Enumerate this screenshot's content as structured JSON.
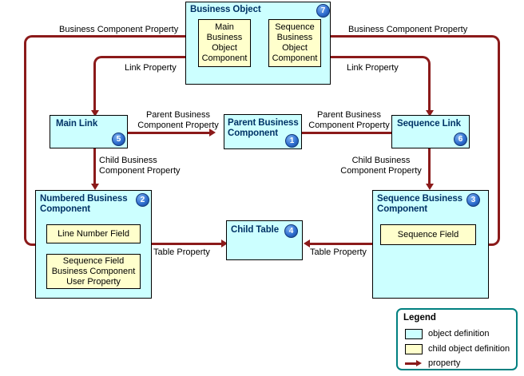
{
  "diagram": {
    "title": "Siebel Business Object / Business Component relationship diagram",
    "colors": {
      "object_fill": "#ccffff",
      "child_fill": "#ffffcc",
      "connector": "#8b1a1a",
      "badge": "#2f6fd0",
      "legend_border": "#008080",
      "title_text": "#003366"
    },
    "nodes": {
      "business_object": {
        "title": "Business Object",
        "badge": "7"
      },
      "main_bo_component": {
        "label": "Main\nBusiness\nObject\nComponent"
      },
      "sequence_bo_component": {
        "label": "Sequence\nBusiness\nObject\nComponent"
      },
      "main_link": {
        "title": "Main Link",
        "badge": "5"
      },
      "parent_business_component": {
        "title": "Parent Business\nComponent",
        "badge": "1"
      },
      "sequence_link": {
        "title": "Sequence Link",
        "badge": "6"
      },
      "numbered_business_component": {
        "title": "Numbered Business\nComponent",
        "badge": "2"
      },
      "line_number_field": {
        "label": "Line Number Field"
      },
      "sequence_field_user_property": {
        "label": "Sequence Field\nBusiness Component\nUser Property"
      },
      "child_table": {
        "title": "Child Table",
        "badge": "4"
      },
      "sequence_business_component": {
        "title": "Sequence Business\nComponent",
        "badge": "3"
      },
      "sequence_field": {
        "label": "Sequence Field"
      }
    },
    "edge_labels": {
      "bcp_left": "Business Component Property",
      "bcp_right": "Business Component Property",
      "link_property_left": "Link Property",
      "link_property_right": "Link Property",
      "parent_bcp_left": "Parent Business\nComponent Property",
      "parent_bcp_right": "Parent Business\nComponent Property",
      "child_bcp_left": "Child Business\nComponent Property",
      "child_bcp_right": "Child Business\nComponent Property",
      "table_property_left": "Table Property",
      "table_property_right": "Table Property"
    },
    "legend": {
      "title": "Legend",
      "items": [
        {
          "swatch": "object",
          "label": "object definition"
        },
        {
          "swatch": "child",
          "label": "child object definition"
        },
        {
          "swatch": "arrow",
          "label": "property"
        }
      ]
    }
  }
}
